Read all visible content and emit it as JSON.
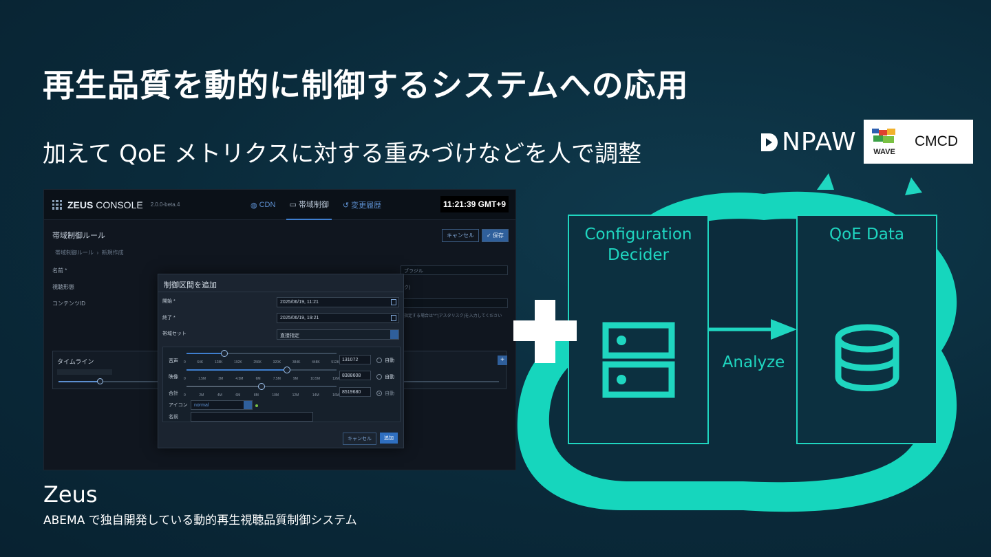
{
  "slide": {
    "title": "再生品質を動的に制御するシステムへの応用",
    "subtitle": "加えて QoE メトリクスに対する重みづけなどを人で調整"
  },
  "logos": {
    "npaw": "NPAW",
    "wave": "WAVE",
    "cmcd": "CMCD"
  },
  "console": {
    "brand": "ZEUS",
    "brand_suffix": "CONSOLE",
    "version": "2.0.0-beta.4",
    "nav": [
      {
        "label": "CDN",
        "icon": "globe-icon"
      },
      {
        "label": "帯域制御",
        "icon": "screen-icon"
      },
      {
        "label": "変更履歴",
        "icon": "history-icon"
      }
    ],
    "clock": "11:21:39 GMT+9",
    "page_title": "帯域制御ルール",
    "cancel": "キャンセル",
    "save": "✓ 保存",
    "breadcrumb": [
      "帯域制御ルール",
      "新規作成"
    ],
    "form_labels": [
      "名前 *",
      "視聴形態",
      "コンテンツID"
    ],
    "region_hint": "ブラジル",
    "type_hint": "ク)",
    "content_hint": "指定する場合は\"*\"(アスタリスク)を入力してください",
    "timeline": "タイムライン",
    "modal": {
      "title": "制御区間を追加",
      "start_label": "開始 *",
      "start_value": "2025/06/19, 11:21",
      "end_label": "終了 *",
      "end_value": "2025/06/19, 19:21",
      "bandset_label": "帯域セット",
      "bandset_value": "直接指定",
      "audio_label": "音声",
      "audio_ticks": [
        "0",
        "64K",
        "128K",
        "192K",
        "256K",
        "320K",
        "384K",
        "448K",
        "512K"
      ],
      "audio_value": "131072",
      "audio_fraction": 0.25,
      "video_label": "映像",
      "video_ticks": [
        "0",
        "1.5M",
        "3M",
        "4.5M",
        "6M",
        "7.5M",
        "9M",
        "10.5M",
        "12M"
      ],
      "video_value": "8388608",
      "video_fraction": 0.67,
      "total_label": "合計",
      "total_ticks": [
        "0",
        "2M",
        "4M",
        "6M",
        "8M",
        "10M",
        "12M",
        "14M",
        "16M"
      ],
      "total_value": "8519680",
      "total_fraction": 0.5,
      "auto": "自動",
      "icon_label": "アイコン",
      "icon_value": "normal",
      "name_label": "名前",
      "cancel": "キャンセル",
      "add": "追加"
    }
  },
  "caption": {
    "main": "Zeus",
    "sub": "ABEMA で独自開発している動的再生視聴品質制御システム"
  },
  "diagram": {
    "left_box": "Configuration Decider",
    "right_box": "QoE Data",
    "arrow_label": "Analyze",
    "accent": "#1fd6c0"
  }
}
